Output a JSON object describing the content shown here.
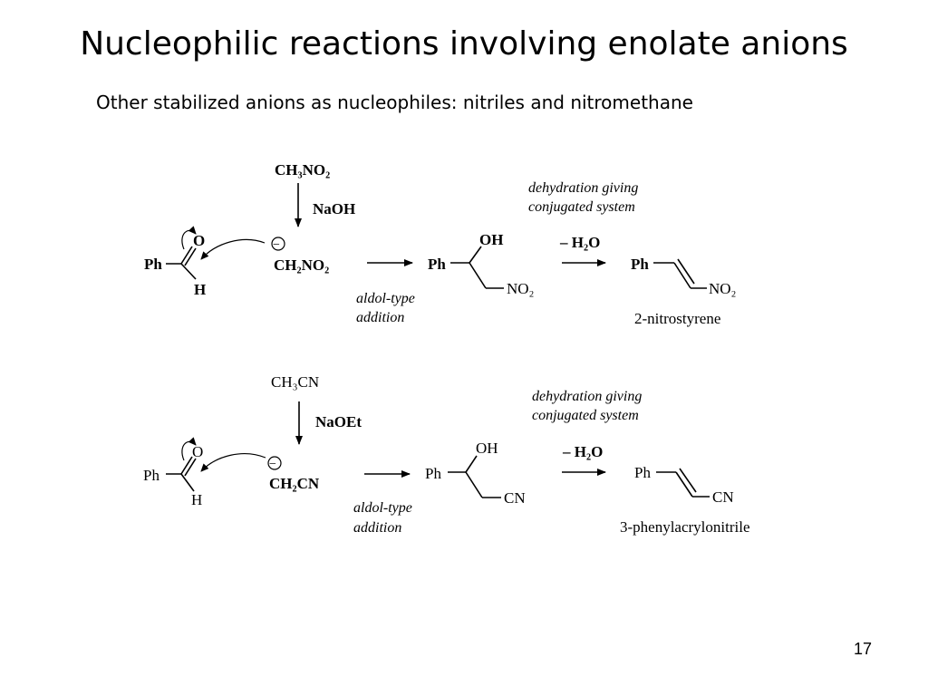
{
  "slide": {
    "title": "Nucleophilic reactions involving enolate anions",
    "subtitle": "Other stabilized anions as nucleophiles: nitriles and nitromethane",
    "page_number": "17"
  },
  "scheme1": {
    "reagent": "CH₃NO₂",
    "base": "NaOH",
    "aldehyde_ph": "Ph",
    "aldehyde_o": "O",
    "aldehyde_h": "H",
    "minus": "−",
    "anion": "CH₂NO₂",
    "step1_note_line1": "aldol-type",
    "step1_note_line2": "addition",
    "adduct_ph": "Ph",
    "adduct_oh": "OH",
    "adduct_group": "NO₂",
    "step2_reagent": "– H₂O",
    "step2_note_line1": "dehydration giving",
    "step2_note_line2": "conjugated system",
    "product_ph": "Ph",
    "product_group": "NO₂",
    "product_name": "2-nitrostyrene"
  },
  "scheme2": {
    "reagent": "CH₃CN",
    "base": "NaOEt",
    "aldehyde_ph": "Ph",
    "aldehyde_o": "O",
    "aldehyde_h": "H",
    "minus": "−",
    "anion": "CH₂CN",
    "step1_note_line1": "aldol-type",
    "step1_note_line2": "addition",
    "adduct_ph": "Ph",
    "adduct_oh": "OH",
    "adduct_group": "CN",
    "step2_reagent": "– H₂O",
    "step2_note_line1": "dehydration giving",
    "step2_note_line2": "conjugated system",
    "product_ph": "Ph",
    "product_group": "CN",
    "product_name": "3-phenylacrylonitrile"
  },
  "colors": {
    "text": "#000000",
    "background": "#ffffff"
  }
}
